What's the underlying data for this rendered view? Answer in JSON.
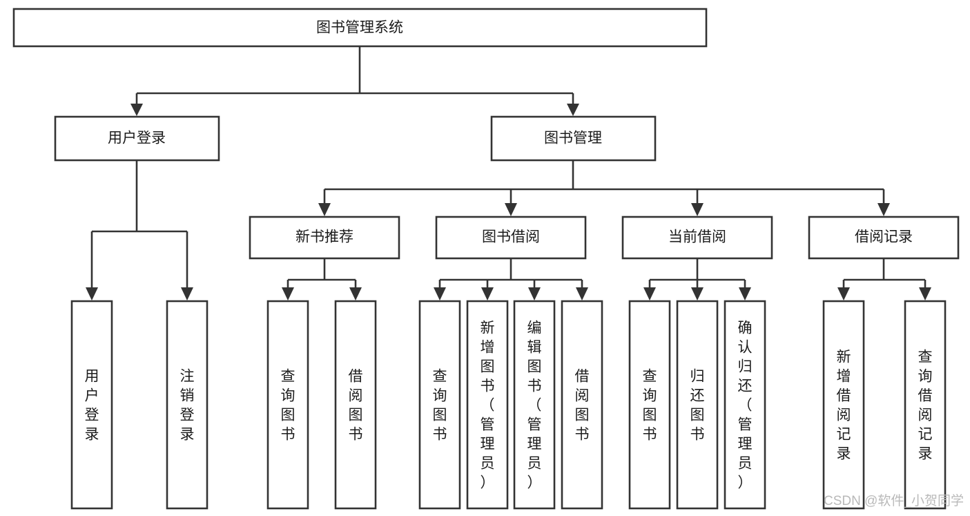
{
  "diagram": {
    "title": "图书管理系统",
    "type": "hierarchy-tree",
    "colors": {
      "stroke": "#333333",
      "box_fill": "#ffffff",
      "text": "#1b1b1b",
      "background": "#ffffff",
      "watermark": "#b9b9b9"
    },
    "root": {
      "id": "root",
      "label": "图书管理系统",
      "orientation": "horizontal"
    },
    "level2": [
      {
        "id": "user-login",
        "label": "用户登录",
        "orientation": "horizontal"
      },
      {
        "id": "book-management",
        "label": "图书管理",
        "orientation": "horizontal"
      }
    ],
    "level3": [
      {
        "id": "new-book-recommend",
        "label": "新书推荐",
        "orientation": "horizontal",
        "parent": "book-management"
      },
      {
        "id": "book-borrow",
        "label": "图书借阅",
        "orientation": "horizontal",
        "parent": "book-management"
      },
      {
        "id": "current-borrow",
        "label": "当前借阅",
        "orientation": "horizontal",
        "parent": "book-management"
      },
      {
        "id": "borrow-record",
        "label": "借阅记录",
        "orientation": "horizontal",
        "parent": "book-management"
      }
    ],
    "leaves": [
      {
        "id": "leaf-user-login",
        "label": "用户登录",
        "orientation": "vertical",
        "parent": "user-login"
      },
      {
        "id": "leaf-logout",
        "label": "注销登录",
        "orientation": "vertical",
        "parent": "user-login"
      },
      {
        "id": "leaf-query-book-1",
        "label": "查询图书",
        "orientation": "vertical",
        "parent": "new-book-recommend"
      },
      {
        "id": "leaf-borrow-book-1",
        "label": "借阅图书",
        "orientation": "vertical",
        "parent": "new-book-recommend"
      },
      {
        "id": "leaf-query-book-2",
        "label": "查询图书",
        "orientation": "vertical",
        "parent": "book-borrow"
      },
      {
        "id": "leaf-add-book",
        "label": "新增图书（管理员）",
        "orientation": "vertical",
        "parent": "book-borrow"
      },
      {
        "id": "leaf-edit-book",
        "label": "编辑图书（管理员）",
        "orientation": "vertical",
        "parent": "book-borrow"
      },
      {
        "id": "leaf-borrow-book-2",
        "label": "借阅图书",
        "orientation": "vertical",
        "parent": "book-borrow"
      },
      {
        "id": "leaf-query-book-3",
        "label": "查询图书",
        "orientation": "vertical",
        "parent": "current-borrow"
      },
      {
        "id": "leaf-return-book",
        "label": "归还图书",
        "orientation": "vertical",
        "parent": "current-borrow"
      },
      {
        "id": "leaf-confirm-return",
        "label": "确认归还（管理员）",
        "orientation": "vertical",
        "parent": "current-borrow"
      },
      {
        "id": "leaf-add-record",
        "label": "新增借阅记录",
        "orientation": "vertical",
        "parent": "borrow-record"
      },
      {
        "id": "leaf-query-record",
        "label": "查询借阅记录",
        "orientation": "vertical",
        "parent": "borrow-record"
      }
    ],
    "watermark": "CSDN @软件_小贺同学"
  }
}
